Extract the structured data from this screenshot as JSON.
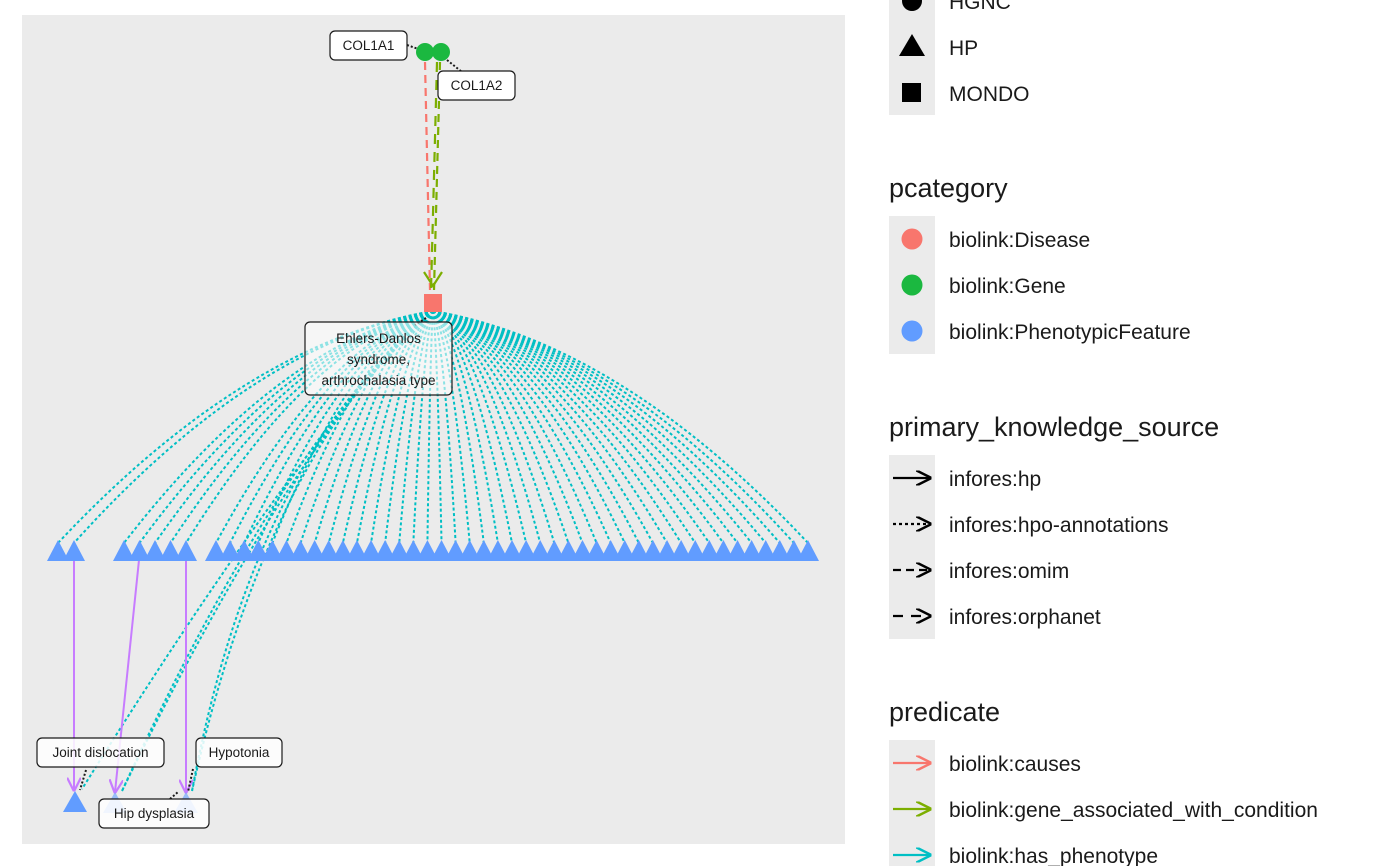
{
  "graph": {
    "node_labels": {
      "col1a1": "COL1A1",
      "col1a2": "COL1A2",
      "disease_line1": "Ehlers-Danlos",
      "disease_line2": "syndrome,",
      "disease_line3": "arthrochalasia type",
      "joint_dislocation": "Joint dislocation",
      "hypotonia": "Hypotonia",
      "hip_dysplasia": "Hip dysplasia"
    },
    "phenotype_row_count": 50,
    "colors": {
      "panel_bg": "#ebebeb",
      "disease": "#f8766d",
      "gene": "#1bb840",
      "phenotype": "#619cff",
      "causes": "#f8766d",
      "gene_associated_with_condition": "#7cae00",
      "has_phenotype": "#00bfc4",
      "subclass": "#c77cff"
    }
  },
  "legend": {
    "id_prefix": {
      "items": [
        {
          "label": "HGNC",
          "shape": "circle"
        },
        {
          "label": "HP",
          "shape": "triangle"
        },
        {
          "label": "MONDO",
          "shape": "square"
        }
      ]
    },
    "pcategory": {
      "title": "pcategory",
      "items": [
        {
          "label": "biolink:Disease",
          "color": "#f8766d"
        },
        {
          "label": "biolink:Gene",
          "color": "#1bb840"
        },
        {
          "label": "biolink:PhenotypicFeature",
          "color": "#619cff"
        }
      ]
    },
    "primary_knowledge_source": {
      "title": "primary_knowledge_source",
      "items": [
        {
          "label": "infores:hp",
          "dash": "solid"
        },
        {
          "label": "infores:hpo-annotations",
          "dash": "dotted"
        },
        {
          "label": "infores:omim",
          "dash": "dashed"
        },
        {
          "label": "infores:orphanet",
          "dash": "longdash"
        }
      ]
    },
    "predicate": {
      "title": "predicate",
      "items": [
        {
          "label": "biolink:causes",
          "color": "#f8766d"
        },
        {
          "label": "biolink:gene_associated_with_condition",
          "color": "#7cae00"
        },
        {
          "label": "biolink:has_phenotype",
          "color": "#00bfc4"
        }
      ]
    }
  }
}
